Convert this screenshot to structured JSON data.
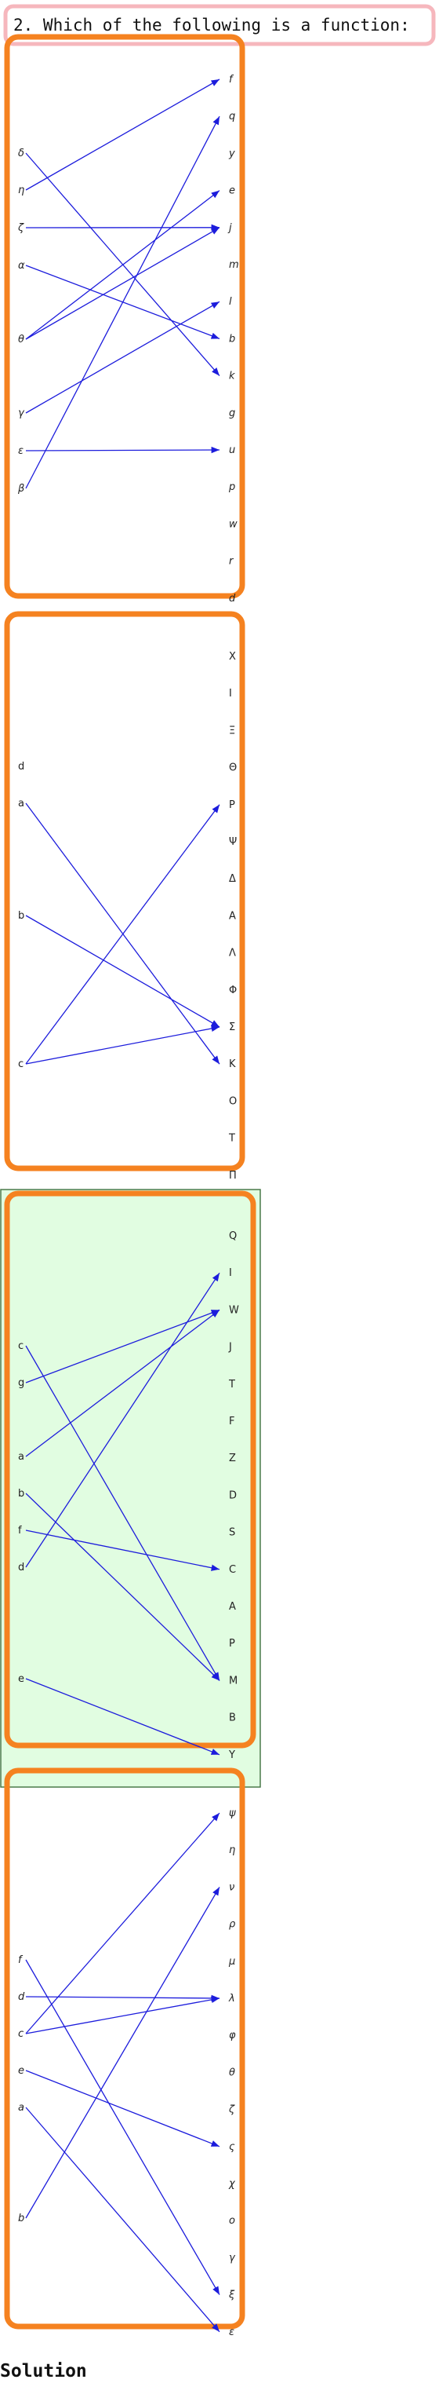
{
  "question": "2. Which of the following is a function:",
  "solution_label": "Solution",
  "colors": {
    "panel_border": "#f58220",
    "arrow": "#1c1cdc",
    "question_border": "#f6b7bd",
    "highlight_fill": "#e1fde1",
    "highlight_border": "#4a7a4a"
  },
  "mappings": [
    {
      "domain": [
        "δ",
        "η",
        "ζ",
        "α",
        "θ",
        "γ",
        "ε",
        "β"
      ],
      "codomain": [
        "f",
        "q",
        "y",
        "e",
        "j",
        "m",
        "l",
        "b",
        "k",
        "g",
        "u",
        "p",
        "w",
        "r",
        "d"
      ],
      "arrows": [
        [
          "δ",
          "k"
        ],
        [
          "η",
          "f"
        ],
        [
          "ζ",
          "j"
        ],
        [
          "α",
          "b"
        ],
        [
          "θ",
          "e"
        ],
        [
          "θ",
          "j"
        ],
        [
          "γ",
          "l"
        ],
        [
          "ε",
          "u"
        ],
        [
          "β",
          "q"
        ]
      ],
      "italic": true,
      "highlighted": false
    },
    {
      "domain": [
        "d",
        "a",
        "b",
        "c"
      ],
      "codomain": [
        "X",
        "I",
        "Ξ",
        "Θ",
        "P",
        "Ψ",
        "Δ",
        "A",
        "Λ",
        "Φ",
        "Σ",
        "K",
        "O",
        "T",
        "Π"
      ],
      "arrows": [
        [
          "a",
          "K"
        ],
        [
          "b",
          "Σ"
        ],
        [
          "c",
          "P"
        ],
        [
          "c",
          "Σ"
        ]
      ],
      "italic": false,
      "highlighted": false
    },
    {
      "domain": [
        "c",
        "g",
        "a",
        "b",
        "f",
        "d",
        "e"
      ],
      "codomain": [
        "Q",
        "I",
        "W",
        "J",
        "T",
        "F",
        "Z",
        "D",
        "S",
        "C",
        "A",
        "P",
        "M",
        "B",
        "Y"
      ],
      "arrows": [
        [
          "c",
          "M"
        ],
        [
          "g",
          "W"
        ],
        [
          "a",
          "W"
        ],
        [
          "b",
          "M"
        ],
        [
          "f",
          "C"
        ],
        [
          "d",
          "I"
        ],
        [
          "e",
          "Y"
        ]
      ],
      "italic": false,
      "highlighted": true
    },
    {
      "domain": [
        "f",
        "d",
        "c",
        "e",
        "a",
        "b"
      ],
      "codomain": [
        "ψ",
        "η",
        "ν",
        "ρ",
        "μ",
        "λ",
        "φ",
        "θ",
        "ζ",
        "ς",
        "χ",
        "o",
        "γ",
        "ξ",
        "ε"
      ],
      "arrows": [
        [
          "f",
          "ξ"
        ],
        [
          "d",
          "λ"
        ],
        [
          "c",
          "ψ"
        ],
        [
          "c",
          "λ"
        ],
        [
          "e",
          "ς"
        ],
        [
          "a",
          "ε"
        ],
        [
          "b",
          "ν"
        ]
      ],
      "italic": true,
      "highlighted": false
    }
  ]
}
